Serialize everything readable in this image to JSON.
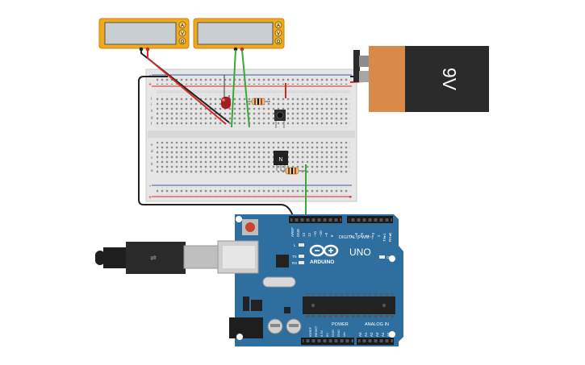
{
  "battery": {
    "label": "9V",
    "body_color": "#2b2b2b",
    "cap_color": "#d9894a"
  },
  "multimeters": [
    {
      "display": "",
      "buttons": [
        "A",
        "V",
        "Ω"
      ]
    },
    {
      "display": "",
      "buttons": [
        "A",
        "V",
        "Ω"
      ]
    }
  ],
  "breadboard": {
    "rail_plus": "+",
    "rail_minus": "-",
    "row_letters_top": [
      "j",
      "i",
      "h",
      "g",
      "f"
    ],
    "row_letters_bottom": [
      "e",
      "d",
      "c",
      "b",
      "a"
    ]
  },
  "transistor": {
    "label": "N"
  },
  "arduino": {
    "brand": "ARDUINO",
    "model": "UNO",
    "digital_label": "DIGITAL (PWM~)",
    "analog_label": "ANALOG IN",
    "power_label": "POWER",
    "led_l": "L",
    "led_tx": "TX",
    "led_rx": "RX",
    "on_label": "ON",
    "aref": "AREF",
    "gnd": "GND",
    "digital_pins": [
      "13",
      "12",
      "~11",
      "~10",
      "~9",
      "8",
      "7",
      "~6",
      "~5",
      "4",
      "~3",
      "2",
      "TX▸1",
      "RX◂0"
    ],
    "power_pins": [
      "IOREF",
      "RESET",
      "3.3V",
      "5V",
      "GND",
      "GND",
      "Vin"
    ],
    "analog_pins": [
      "A0",
      "A1",
      "A2",
      "A3",
      "A4",
      "A5"
    ],
    "board_color": "#2f6fa0"
  },
  "wires": {
    "red": "#d12a2a",
    "green": "#3aa83a",
    "black": "#222222"
  }
}
